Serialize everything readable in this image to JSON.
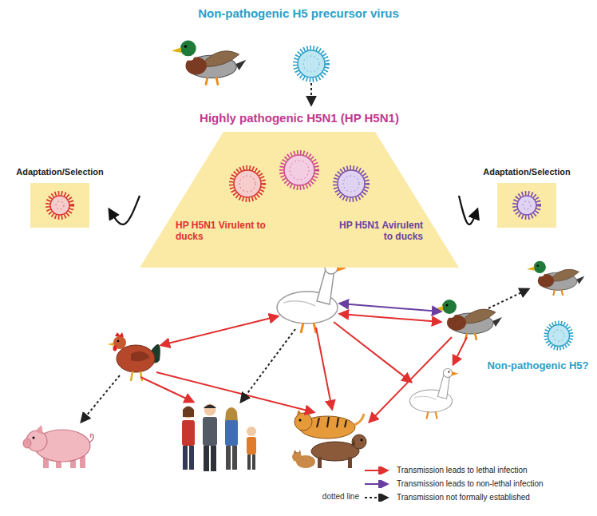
{
  "diagram": {
    "nodes": [
      {
        "text": [
          "Highly pathogenic H5N1 (HP H5N1)",
          "HP H5N1 Virulent to ducks",
          "HP H5N1 Avirulent to ducks"
        ]
      },
      {
        "text": [
          "Adaptation/Selection"
        ]
      },
      {
        "text": [
          "Adaptation/Selection"
        ]
      }
    ],
    "edges": [
      {
        "from": 0,
        "to": 1,
        "arrow": "to"
      },
      {
        "from": 0,
        "to": 2,
        "arrow": "to"
      }
    ],
    "labels": [
      "Non-pathogenic H5 precursor virus",
      "Non-pathogenic H5?",
      "dotted line"
    ],
    "legend": [
      {
        "text": "Transmission leads to lethal infection"
      },
      {
        "text": "Transmission leads to non-lethal infection"
      },
      {
        "text": "Transmission not formally established"
      }
    ]
  }
}
